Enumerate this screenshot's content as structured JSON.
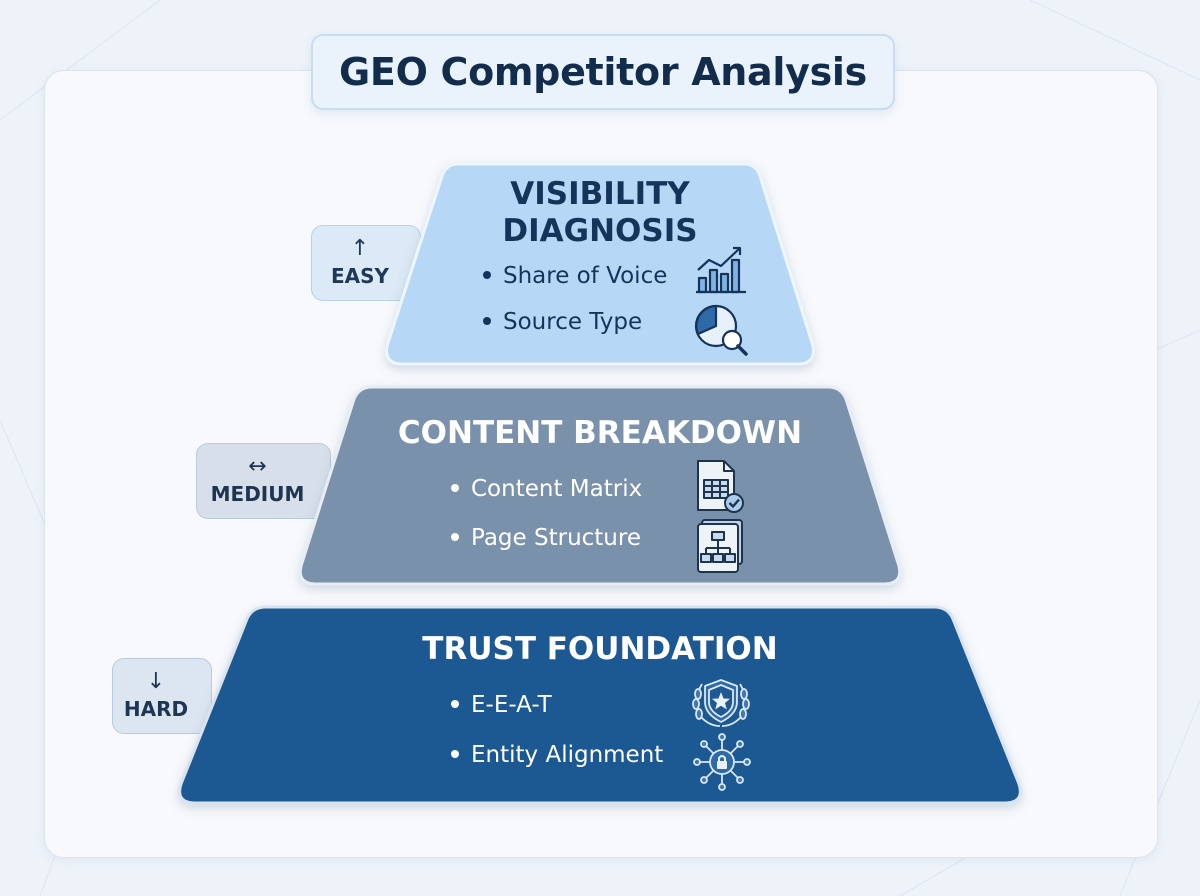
{
  "title": "GEO Competitor Analysis",
  "tiers": [
    {
      "heading_lines": [
        "VISIBILITY",
        "DIAGNOSIS"
      ],
      "difficulty": {
        "label": "EASY",
        "arrow": "↑"
      },
      "bullets": [
        {
          "text": "Share of Voice",
          "icon": "bar-chart-trend-icon"
        },
        {
          "text": "Source Type",
          "icon": "pie-chart-magnifier-icon"
        }
      ],
      "colors": {
        "fill": "#b5d7f5",
        "text": "#16345a"
      }
    },
    {
      "heading_lines": [
        "CONTENT BREAKDOWN"
      ],
      "difficulty": {
        "label": "MEDIUM",
        "arrow": "↔"
      },
      "bullets": [
        {
          "text": "Content Matrix",
          "icon": "document-grid-check-icon"
        },
        {
          "text": "Page Structure",
          "icon": "sitemap-document-icon"
        }
      ],
      "colors": {
        "fill": "#7b92ad",
        "text": "#ffffff"
      }
    },
    {
      "heading_lines": [
        "TRUST FOUNDATION"
      ],
      "difficulty": {
        "label": "HARD",
        "arrow": "↓"
      },
      "bullets": [
        {
          "text": "E-E-A-T",
          "icon": "shield-star-laurel-icon"
        },
        {
          "text": "Entity Alignment",
          "icon": "network-lock-icon"
        }
      ],
      "colors": {
        "fill": "#1e5891",
        "text": "#ffffff"
      }
    }
  ]
}
